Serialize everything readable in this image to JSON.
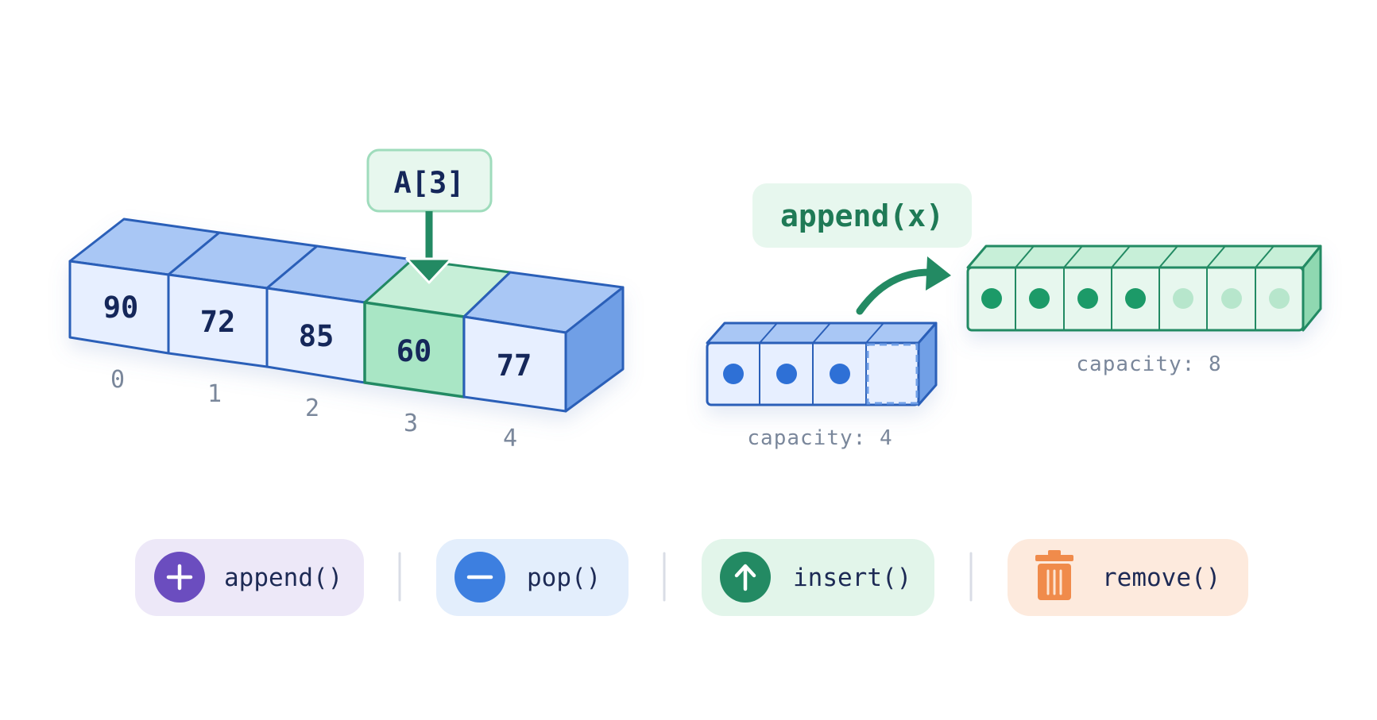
{
  "array": {
    "values": [
      "90",
      "72",
      "85",
      "60",
      "77"
    ],
    "indices": [
      "0",
      "1",
      "2",
      "3",
      "4"
    ],
    "highlight_index": 3,
    "pointer_label": "A[3]"
  },
  "resize": {
    "label": "append(x)",
    "small": {
      "filled": 3,
      "slots": 4,
      "caption": "capacity: 4"
    },
    "large": {
      "filled": 4,
      "slots": 7,
      "caption": "capacity: 8"
    }
  },
  "operations": [
    {
      "label": "append()",
      "icon": "plus-icon",
      "icon_color": "#6b4dbf",
      "bg": "#ede8f8"
    },
    {
      "label": "pop()",
      "icon": "minus-icon",
      "icon_color": "#3d7fe0",
      "bg": "#e3eefc"
    },
    {
      "label": "insert()",
      "icon": "up-arrow-icon",
      "icon_color": "#238a63",
      "bg": "#e2f5ea"
    },
    {
      "label": "remove()",
      "icon": "trash-icon",
      "icon_color": "#f08b4b",
      "bg": "#fdeadd"
    }
  ],
  "colors": {
    "blue_stroke": "#2c5fb8",
    "blue_face": "#e7efff",
    "blue_top": "#a9c7f5",
    "blue_side": "#6f9fe6",
    "green_stroke": "#238a63",
    "green_face": "#a9e6c5",
    "green_top": "#c7efd8",
    "green_light": "#e7f7ee"
  }
}
